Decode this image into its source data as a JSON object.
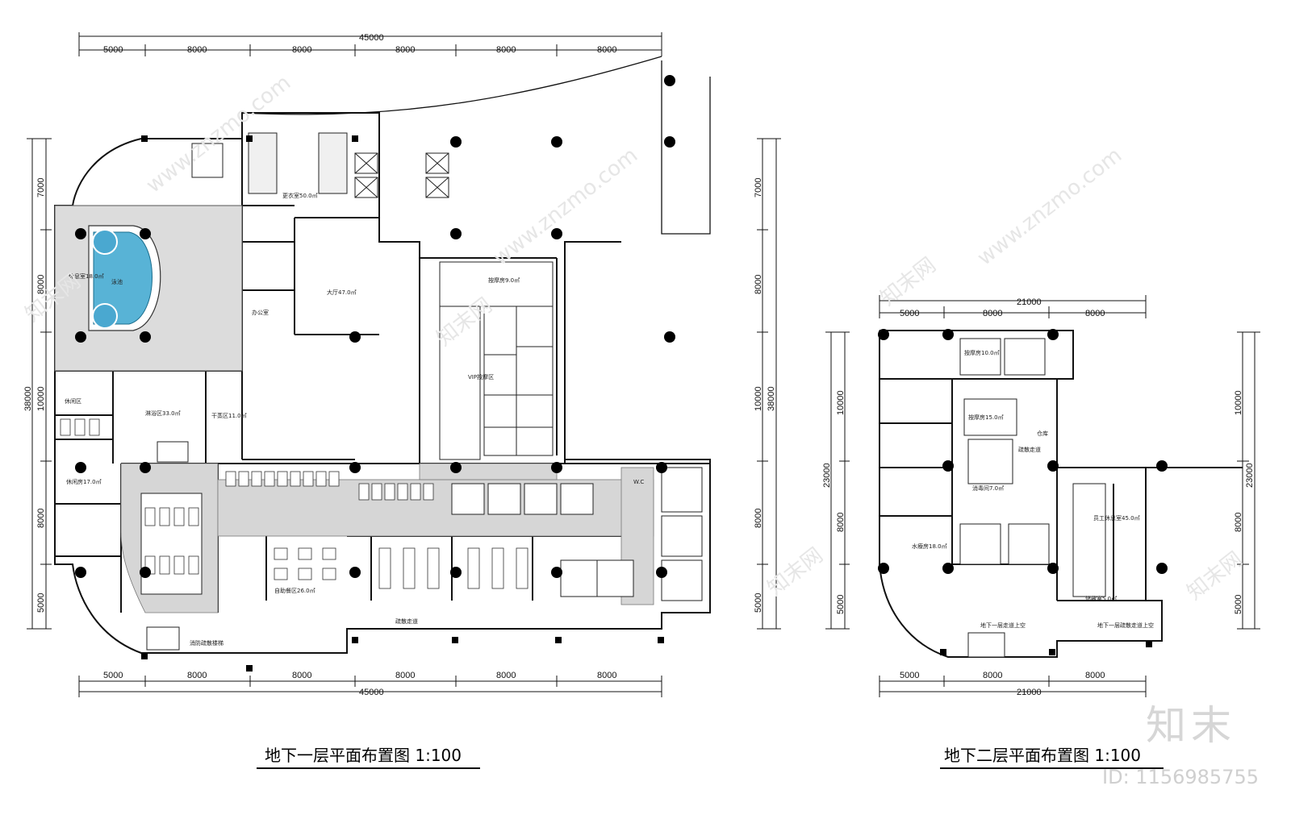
{
  "plan1": {
    "title": "地下一层平面布置图  1:100",
    "total_dim": "45000",
    "top_dims": [
      "5000",
      "8000",
      "8000",
      "8000",
      "8000",
      "8000"
    ],
    "bottom_dims": [
      "5000",
      "8000",
      "8000",
      "8000",
      "8000",
      "8000"
    ],
    "left_total": "38000",
    "left_dims": [
      "7000",
      "8000",
      "10000",
      "8000",
      "5000"
    ],
    "right_total": "38000",
    "right_dims": [
      "7000",
      "8000",
      "10000",
      "8000",
      "5000"
    ],
    "rooms": [
      {
        "label": "泳池"
      },
      {
        "label": "休息室18.0㎡"
      },
      {
        "label": "大厅47.0㎡"
      },
      {
        "label": "办公室"
      },
      {
        "label": "VIP按摩区"
      },
      {
        "label": "按摩房9.0㎡"
      },
      {
        "label": "休闲区"
      },
      {
        "label": "淋浴区33.0㎡"
      },
      {
        "label": "干蒸区11.0㎡"
      },
      {
        "label": "休闲房17.0㎡"
      },
      {
        "label": "自助餐区26.0㎡"
      },
      {
        "label": "疏散走道"
      },
      {
        "label": "消防疏散楼梯"
      },
      {
        "label": "更衣室50.0㎡"
      },
      {
        "label": "W.C"
      }
    ]
  },
  "plan2": {
    "title": "地下二层平面布置图  1:100",
    "total_dim": "21000",
    "top_dims": [
      "5000",
      "8000",
      "8000"
    ],
    "bottom_dims": [
      "5000",
      "8000",
      "8000"
    ],
    "left_total": "23000",
    "left_dims": [
      "10000",
      "8000",
      "5000"
    ],
    "right_total": "23000",
    "right_dims": [
      "10000",
      "8000",
      "5000"
    ],
    "rooms": [
      {
        "label": "按摩房10.0㎡"
      },
      {
        "label": "按摩房15.0㎡"
      },
      {
        "label": "消毒间7.0㎡"
      },
      {
        "label": "水療房18.0㎡"
      },
      {
        "label": "员工休息室45.0㎡"
      },
      {
        "label": "仓库"
      },
      {
        "label": "储藏室5.0㎡"
      },
      {
        "label": "疏散走道"
      },
      {
        "label": "地下一层走道上空"
      },
      {
        "label": "地下一层疏散走道上空"
      }
    ]
  },
  "watermark": {
    "site": "www.znzmo.com",
    "cn": "知末网"
  },
  "brand": {
    "name": "知末",
    "id": "ID: 1156985755"
  }
}
